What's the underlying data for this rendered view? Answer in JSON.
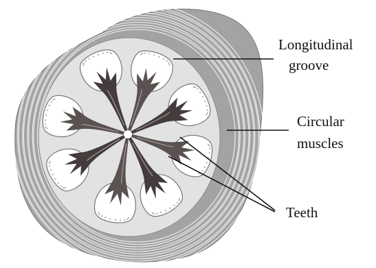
{
  "labels": {
    "longitudinal_groove": [
      "Longitudinal",
      "groove"
    ],
    "circular_muscles": [
      "Circular",
      "muscles"
    ],
    "teeth": "Teeth"
  },
  "colors": {
    "muscle_ring": "#a3a3a3",
    "muscle_stripe": "#ffffff",
    "inner_body": "#e2e2e2",
    "lumen": "#ffffff",
    "lumen_shade": "#4e4646",
    "label_line": "#111111"
  }
}
